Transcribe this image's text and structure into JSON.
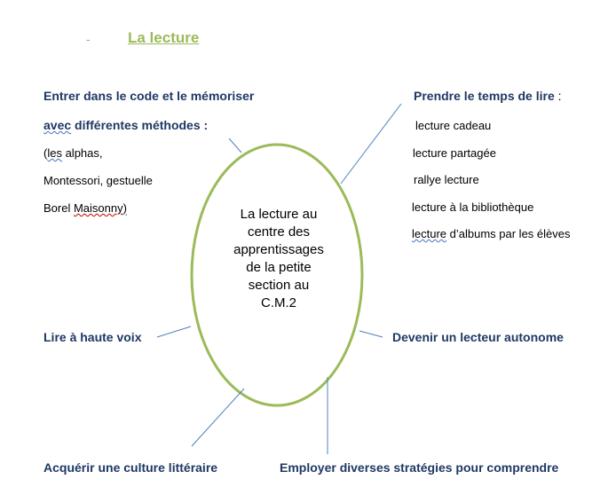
{
  "header": {
    "dash": "-",
    "title": "La lecture"
  },
  "center": {
    "lines": [
      "La lecture au",
      "centre des",
      "apprentissages",
      "de la petite",
      "section au",
      "C.M.2"
    ]
  },
  "left_top": {
    "line1": "Entrer dans le code et le mémoriser",
    "line2_a": "avec",
    "line2_b": " différentes méthodes :",
    "line3_a": "(",
    "line3_b": "les",
    "line3_c": " alphas,",
    "line4": "Montessori, gestuelle",
    "line5_a": "Borel ",
    "line5_b": "Maisonny",
    "line5_c": ")"
  },
  "right_top": {
    "heading": "Prendre le temps de lire",
    "colon": " :",
    "items": [
      "lecture cadeau",
      "lecture partagée",
      "rallye lecture",
      "lecture à la bibliothèque"
    ],
    "last_a": "lecture",
    "last_b": " d’albums par les élèves"
  },
  "left_mid": "Lire à haute voix",
  "right_mid": "Devenir un lecteur autonome",
  "bottom_left": "Acquérir une culture littéraire",
  "bottom_right": "Employer diverses stratégies pour comprendre",
  "colors": {
    "accent": "#9bbb59",
    "text": "#1f3864",
    "connector": "#4f81bd"
  }
}
